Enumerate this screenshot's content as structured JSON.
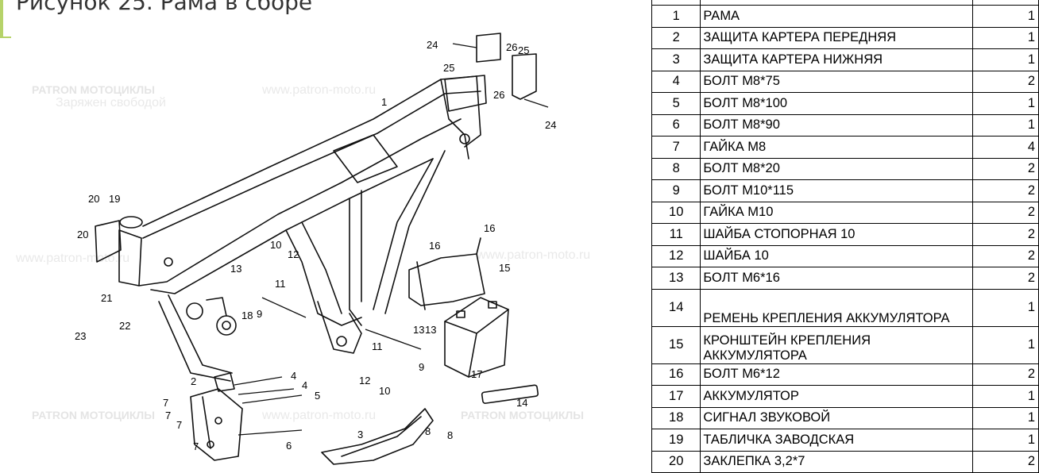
{
  "heading": "Рисунок  25. Рама в сборе",
  "watermarks": {
    "brand": "PATRON МОТОЦИКЛЫ",
    "slogan": "Заряжен свободой",
    "url": "www.patron-moto.ru"
  },
  "callouts": [
    "1",
    "2",
    "3",
    "4",
    "4",
    "5",
    "6",
    "7",
    "7",
    "7",
    "7",
    "8",
    "8",
    "9",
    "9",
    "10",
    "10",
    "11",
    "11",
    "12",
    "12",
    "13",
    "13",
    "13",
    "14",
    "15",
    "16",
    "16",
    "17",
    "18",
    "19",
    "20",
    "20",
    "21",
    "22",
    "23",
    "24",
    "24",
    "25",
    "25",
    "26",
    "26"
  ],
  "parts": [
    {
      "num": "1",
      "name": "РАМА",
      "qty": "1"
    },
    {
      "num": "2",
      "name": "ЗАЩИТА КАРТЕРА ПЕРЕДНЯЯ",
      "qty": "1"
    },
    {
      "num": "3",
      "name": "ЗАЩИТА КАРТЕРА НИЖНЯЯ",
      "qty": "1"
    },
    {
      "num": "4",
      "name": "БОЛТ М8*75",
      "qty": "2"
    },
    {
      "num": "5",
      "name": "БОЛТ М8*100",
      "qty": "1"
    },
    {
      "num": "6",
      "name": "БОЛТ М8*90",
      "qty": "1"
    },
    {
      "num": "7",
      "name": "ГАЙКА М8",
      "qty": "4"
    },
    {
      "num": "8",
      "name": "БОЛТ М8*20",
      "qty": "2"
    },
    {
      "num": "9",
      "name": "БОЛТ М10*115",
      "qty": "2"
    },
    {
      "num": "10",
      "name": "ГАЙКА М10",
      "qty": "2"
    },
    {
      "num": "11",
      "name": "ШАЙБА СТОПОРНАЯ 10",
      "qty": "2"
    },
    {
      "num": "12",
      "name": "ШАЙБА 10",
      "qty": "2"
    },
    {
      "num": "13",
      "name": "БОЛТ М6*16",
      "qty": "2"
    },
    {
      "num": "14",
      "name": "РЕМЕНЬ КРЕПЛЕНИЯ АККУМУЛЯТОРА",
      "qty": "1"
    },
    {
      "num": "15",
      "name": "КРОНШТЕЙН КРЕПЛЕНИЯ АККУМУЛЯТОРА",
      "qty": "1"
    },
    {
      "num": "16",
      "name": "БОЛТ М6*12",
      "qty": "2"
    },
    {
      "num": "17",
      "name": "АККУМУЛЯТОР",
      "qty": "1"
    },
    {
      "num": "18",
      "name": "СИГНАЛ ЗВУКОВОЙ",
      "qty": "1"
    },
    {
      "num": "19",
      "name": "ТАБЛИЧКА ЗАВОДСКАЯ",
      "qty": "1"
    },
    {
      "num": "20",
      "name": "ЗАКЛЕПКА 3,2*7",
      "qty": "2"
    }
  ]
}
